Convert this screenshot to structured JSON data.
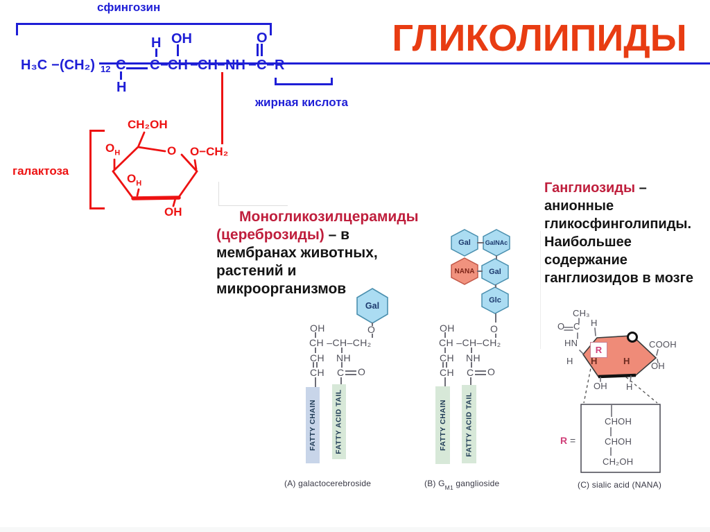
{
  "colors": {
    "blue": "#1e1ed6",
    "red": "#ed1212",
    "title_color": "#e83c12",
    "crimson": "#bf1e3c",
    "ink": "#141414",
    "gray_ink": "#50505a",
    "caption_ink": "#373744",
    "hex_fill": "#abdcf2",
    "hex_border": "#4a8fae",
    "hex_label": "#1c3a6e",
    "nana_fill": "#f1927e",
    "nana_border": "#c25848",
    "nana_label": "#7c2418",
    "bar_blue": "#c8d5e9",
    "bar_green": "#d7e8d8",
    "bar_label": "#1e3a55",
    "ring_fill": "#ef8b78",
    "pink": "#d0407a"
  },
  "title": "ГЛИКОЛИПИДЫ",
  "sphingosine": {
    "label": "сфингозин"
  },
  "fatty_acid": {
    "label": "жирная кислота"
  },
  "formula": {
    "h3c": "H₃C",
    "dash": "−",
    "chain": "(CH₂)",
    "chain_sub": "12",
    "c": "C",
    "ch": "CH",
    "nh": "NH",
    "r": "R",
    "h": "H",
    "oh": "OH",
    "o": "O"
  },
  "galactose": {
    "label": "галактоза",
    "ch2oh": "CH₂OH",
    "o": "O",
    "h_sub": "H",
    "oh": "OH",
    "glyco": "O−CH₂"
  },
  "cerebrosides": {
    "line1": "Моногликозилцерамиды",
    "line2_red": "(цереброзиды)",
    "line2_black": " – в",
    "line3": "мембранах животных,",
    "line4": "растений и",
    "line5": "микроорганизмов"
  },
  "gangliosides": {
    "line1_red": "Ганглиозиды",
    "line1_black": " –",
    "line2": "анионные",
    "line3": "гликосфинголипиды.",
    "line4": "Наибольшее",
    "line5": "содержание",
    "line6": "ганглиозидов в мозге"
  },
  "atoms": {
    "oh": "OH",
    "o": "O",
    "ch_row": "CH –CH–CH₂",
    "ch": "CH",
    "nh": "NH",
    "c": "C"
  },
  "hexagons": {
    "gal": "Gal",
    "galnac": "GalNAc",
    "nana": "NANA",
    "glc": "Glc"
  },
  "bars": {
    "fatty_chain": "FATTY CHAIN",
    "fatty_acid_tail": "FATTY ACID TAIL"
  },
  "captions": {
    "a": "(A) galactocerebroside",
    "b_prefix": "(B) G",
    "b_sub": "M1",
    "b_suffix": " ganglioside",
    "c": "(C) sialic acid (NANA)"
  },
  "sialic": {
    "ch3": "CH₃",
    "o": "O",
    "c": "C",
    "hn": "HN",
    "h": "H",
    "cooh": "COOH",
    "oh": "OH",
    "r": "R",
    "eq": "=",
    "choh": "CHOH",
    "ch2oh": "CH₂OH"
  }
}
